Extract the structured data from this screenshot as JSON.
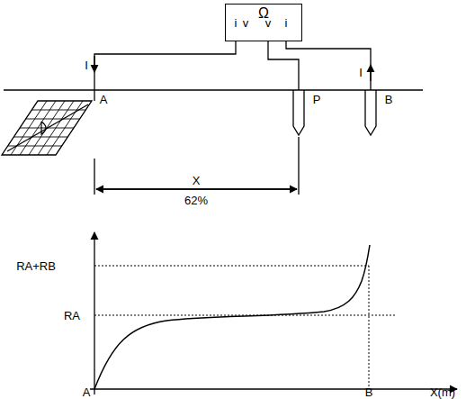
{
  "diagram": {
    "nodes": [
      {
        "text": [
          "Ω"
        ]
      }
    ],
    "labels": [
      "i",
      "v",
      "v",
      "i",
      "I",
      "I",
      "A",
      "P",
      "B",
      "X",
      "62%",
      "RA+RB",
      "RA",
      "A",
      "B",
      "X(m)"
    ]
  }
}
